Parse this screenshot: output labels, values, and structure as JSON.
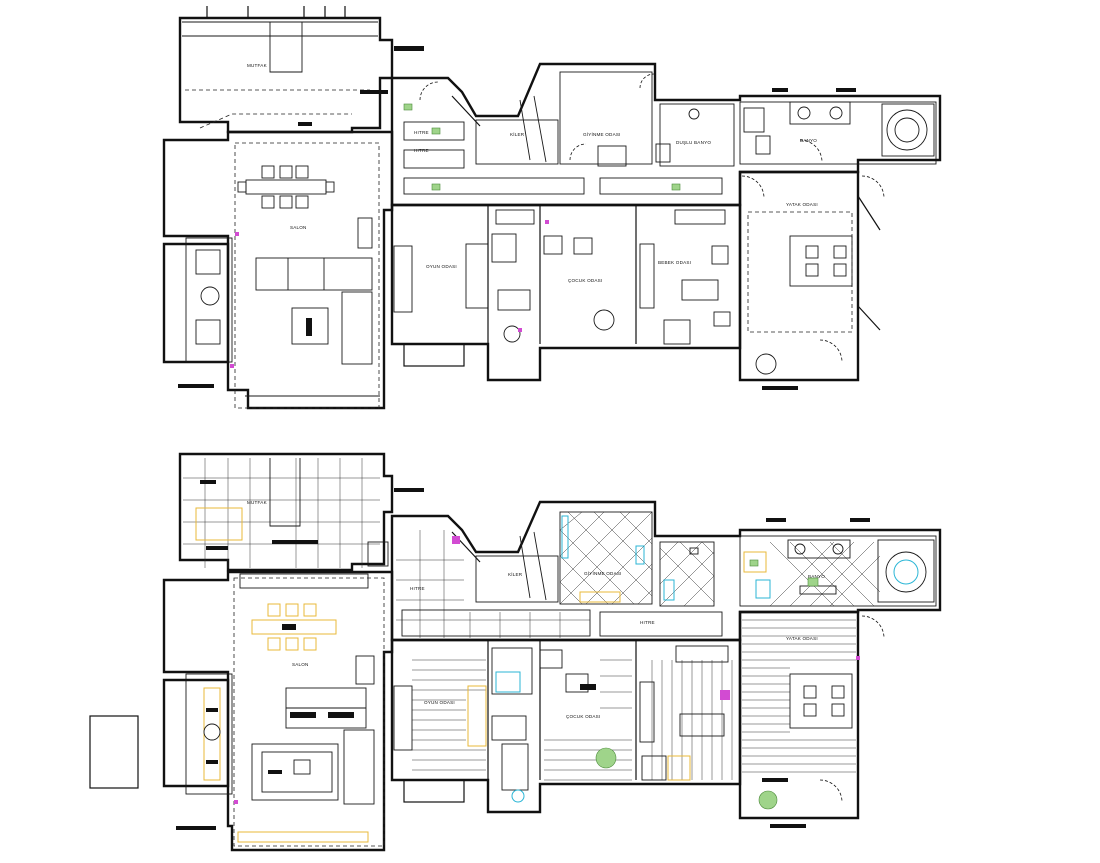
{
  "plans": {
    "top": {
      "rooms": {
        "mutfak": "MUTFAK",
        "salon": "SALON",
        "hitre_1": "HITRE",
        "hitre_2": "HITRE",
        "kiler": "KİLER",
        "giyinme": "GİYİNME ODASI",
        "duslu_wc": "DUŞLU BANYO",
        "banyo": "BANYO",
        "yatak": "YATAK ODASI",
        "oyun": "OYUN ODASI",
        "cocuk": "ÇOCUK ODASI",
        "bebek": "BEBEK ODASI"
      }
    },
    "bottom": {
      "rooms": {
        "mutfak": "MUTFAK",
        "salon": "SALON",
        "hitre_1": "HITRE",
        "hitre_2": "HITRE",
        "kiler": "KİLER",
        "giyinme": "GİYİNME ODASI",
        "banyo": "BANYO",
        "yatak": "YATAK ODASI",
        "oyun": "OYUN ODASI",
        "cocuk": "ÇOCUK ODASI"
      }
    }
  },
  "colors": {
    "wall": "#111111",
    "accent_yellow": "#e8b93a",
    "accent_green": "#9fd48a",
    "accent_cyan": "#2bb6d6",
    "accent_magenta": "#d24bd2"
  }
}
